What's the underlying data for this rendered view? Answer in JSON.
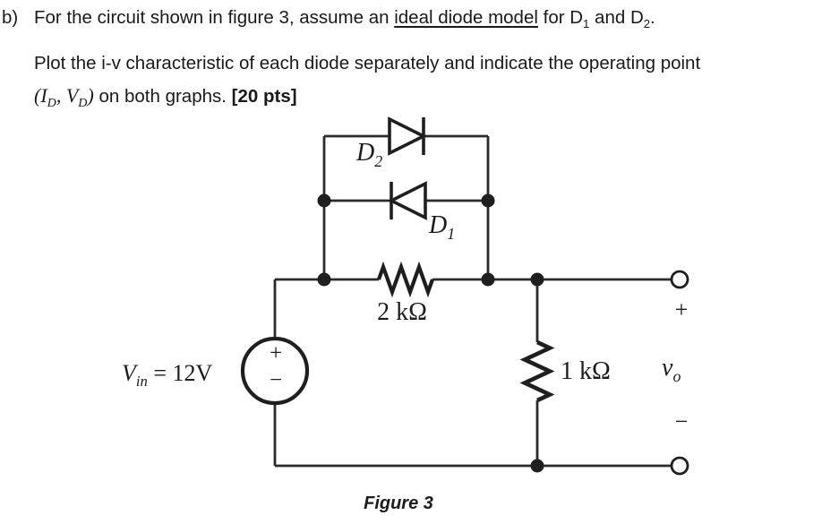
{
  "problem": {
    "marker": "b)",
    "line1": {
      "pre": "For the circuit shown in figure 3, assume an ",
      "underlined": "ideal diode model",
      "mid": " for D",
      "sub1": "1",
      "and": " and D",
      "sub2": "2",
      "period": "."
    },
    "line2": "Plot the i-v characteristic of each diode separately and indicate the operating point",
    "line3": {
      "open": "(",
      "i_base": "I",
      "i_sub": "D",
      "comma": ", ",
      "v_base": "V",
      "v_sub": "D",
      "close": ")",
      "rest": " on both graphs. ",
      "points": "[20 pts]"
    }
  },
  "circuit": {
    "diode_d2": {
      "base": "D",
      "sub": "2"
    },
    "diode_d1": {
      "base": "D",
      "sub": "1"
    },
    "series_resistor": "2 kΩ",
    "load_resistor": "1 kΩ",
    "source": {
      "base": "V",
      "sub": "in",
      "value": " = 12V",
      "plus": "+",
      "minus": "−"
    },
    "output": {
      "plus": "+",
      "base": "v",
      "sub": "o",
      "minus": "−"
    },
    "caption": "Figure 3",
    "stroke_color": "#2b2b2b"
  }
}
